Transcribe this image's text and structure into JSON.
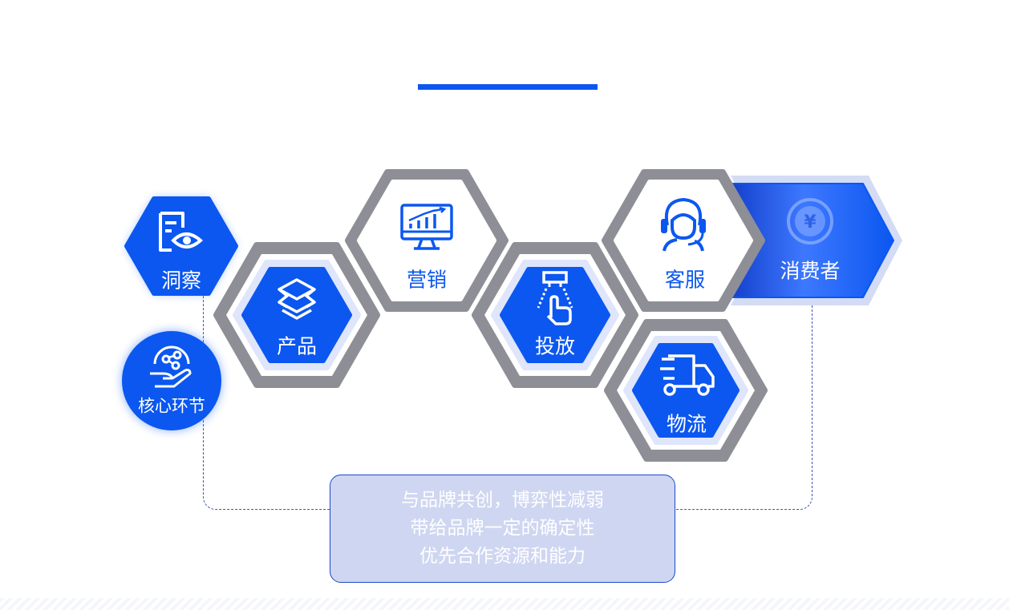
{
  "nodes": {
    "insight": {
      "label": "洞察"
    },
    "core": {
      "label": "核心环节"
    },
    "product": {
      "label": "产品"
    },
    "marketing": {
      "label": "营销"
    },
    "delivery": {
      "label": "投放"
    },
    "service": {
      "label": "客服"
    },
    "logistics": {
      "label": "物流"
    },
    "consumer": {
      "label": "消费者",
      "icon_text": "¥"
    }
  },
  "note": {
    "lines": [
      "与品牌共创，博弈性减弱",
      "带给品牌一定的确定性",
      "优先合作资源和能力"
    ]
  },
  "colors": {
    "primary": "#0b57f0",
    "ring": "#8e8e96",
    "note_bg": "#cfd6f1",
    "note_border": "#1d49c9"
  },
  "icons": {
    "insight": "document-eye-icon",
    "core": "hand-network-icon",
    "product": "stacked-layers-icon",
    "marketing": "monitor-chart-icon",
    "delivery": "ceiling-light-touch-icon",
    "service": "headset-agent-icon",
    "logistics": "delivery-truck-icon",
    "consumer": "yen-coin-icon"
  }
}
